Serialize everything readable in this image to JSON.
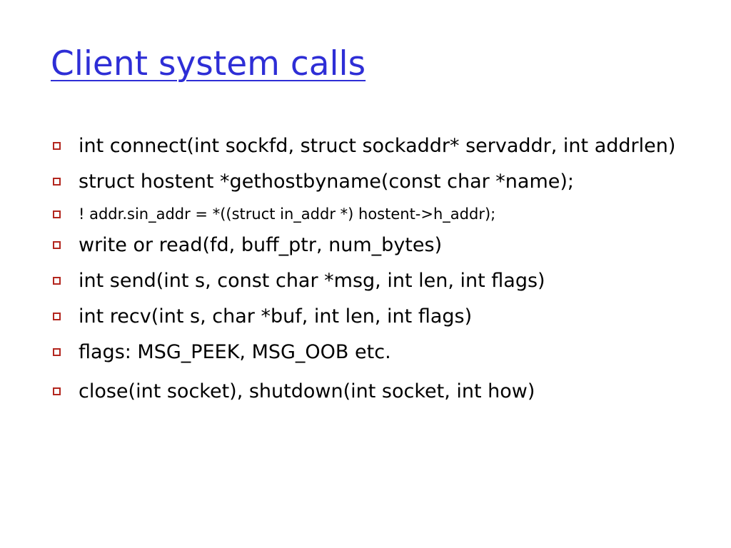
{
  "slide": {
    "title": "Client system calls",
    "bullets": [
      "int connect(int sockfd, struct sockaddr* servaddr, int addrlen)",
      "struct hostent *gethostbyname(const char *name);",
      "! addr.sin_addr = *((struct in_addr *) hostent->h_addr);",
      "write or read(fd, buff_ptr, num_bytes)",
      "int send(int s, const char *msg, int len, int flags)",
      "int recv(int s, char *buf, int len, int flags)",
      "flags: MSG_PEEK, MSG_OOB etc.",
      "close(int socket), shutdown(int socket, int how)"
    ]
  },
  "colors": {
    "title": "#2e2ed6",
    "bullet_marker": "#b3261e",
    "text": "#000000",
    "background": "#ffffff"
  },
  "icons": {
    "bullet_marker": "square-bullet-icon"
  }
}
